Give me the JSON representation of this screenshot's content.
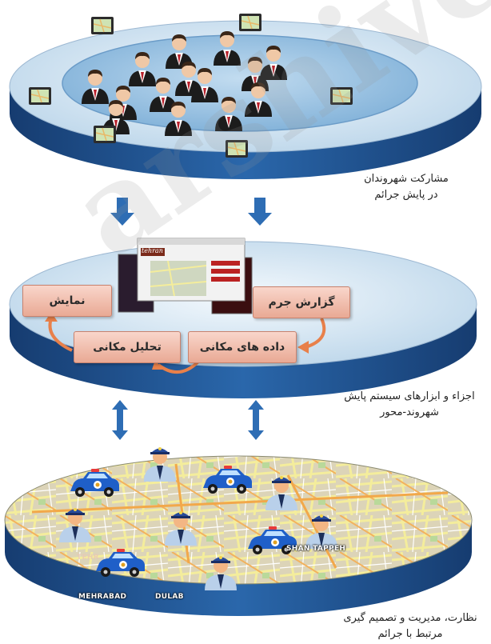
{
  "captions": {
    "top": {
      "line1": "مشارکت شهروندان",
      "line2": "در پایش جرائم"
    },
    "middle": {
      "line1": "اجزاء و ابزارهای سیستم پایش",
      "line2": "شهروند-محور"
    },
    "bottom": {
      "line1": "نظارت، مدیریت و تصمیم گیری",
      "line2": "مرتبط با جرائم"
    }
  },
  "boxes": {
    "display": "نمایش",
    "crime_report": "گزارش جرم",
    "spatial_analysis": "تحلیل مکانی",
    "spatial_data": "داده های مکانی"
  },
  "screen_logo": "tehran",
  "map_labels": {
    "tehran": "TEHR",
    "shan_tappeh": "SHAN TAPPEH",
    "mehrabad": "MEHRABAD",
    "dulab": "DULAB"
  },
  "watermark": "arshive.ir",
  "colors": {
    "top_disc": "#d9e9f4",
    "top_inner": "#9fc5e3",
    "disc_side": "#1f4e8c",
    "arrow": "#2e6db4",
    "box_fill": "#f2c4b4",
    "cycle_arrow": "#e8804a",
    "police_car": "#1f5fc8",
    "officer_shirt": "#b9d0ea"
  },
  "icons": [
    "person-icon",
    "tablet-icon",
    "gps-device-icon",
    "laptop-icon",
    "phone-icon",
    "police-car-icon",
    "police-officer-icon",
    "down-arrow-icon",
    "up-down-arrow-icon",
    "cycle-arrow-icon"
  ]
}
